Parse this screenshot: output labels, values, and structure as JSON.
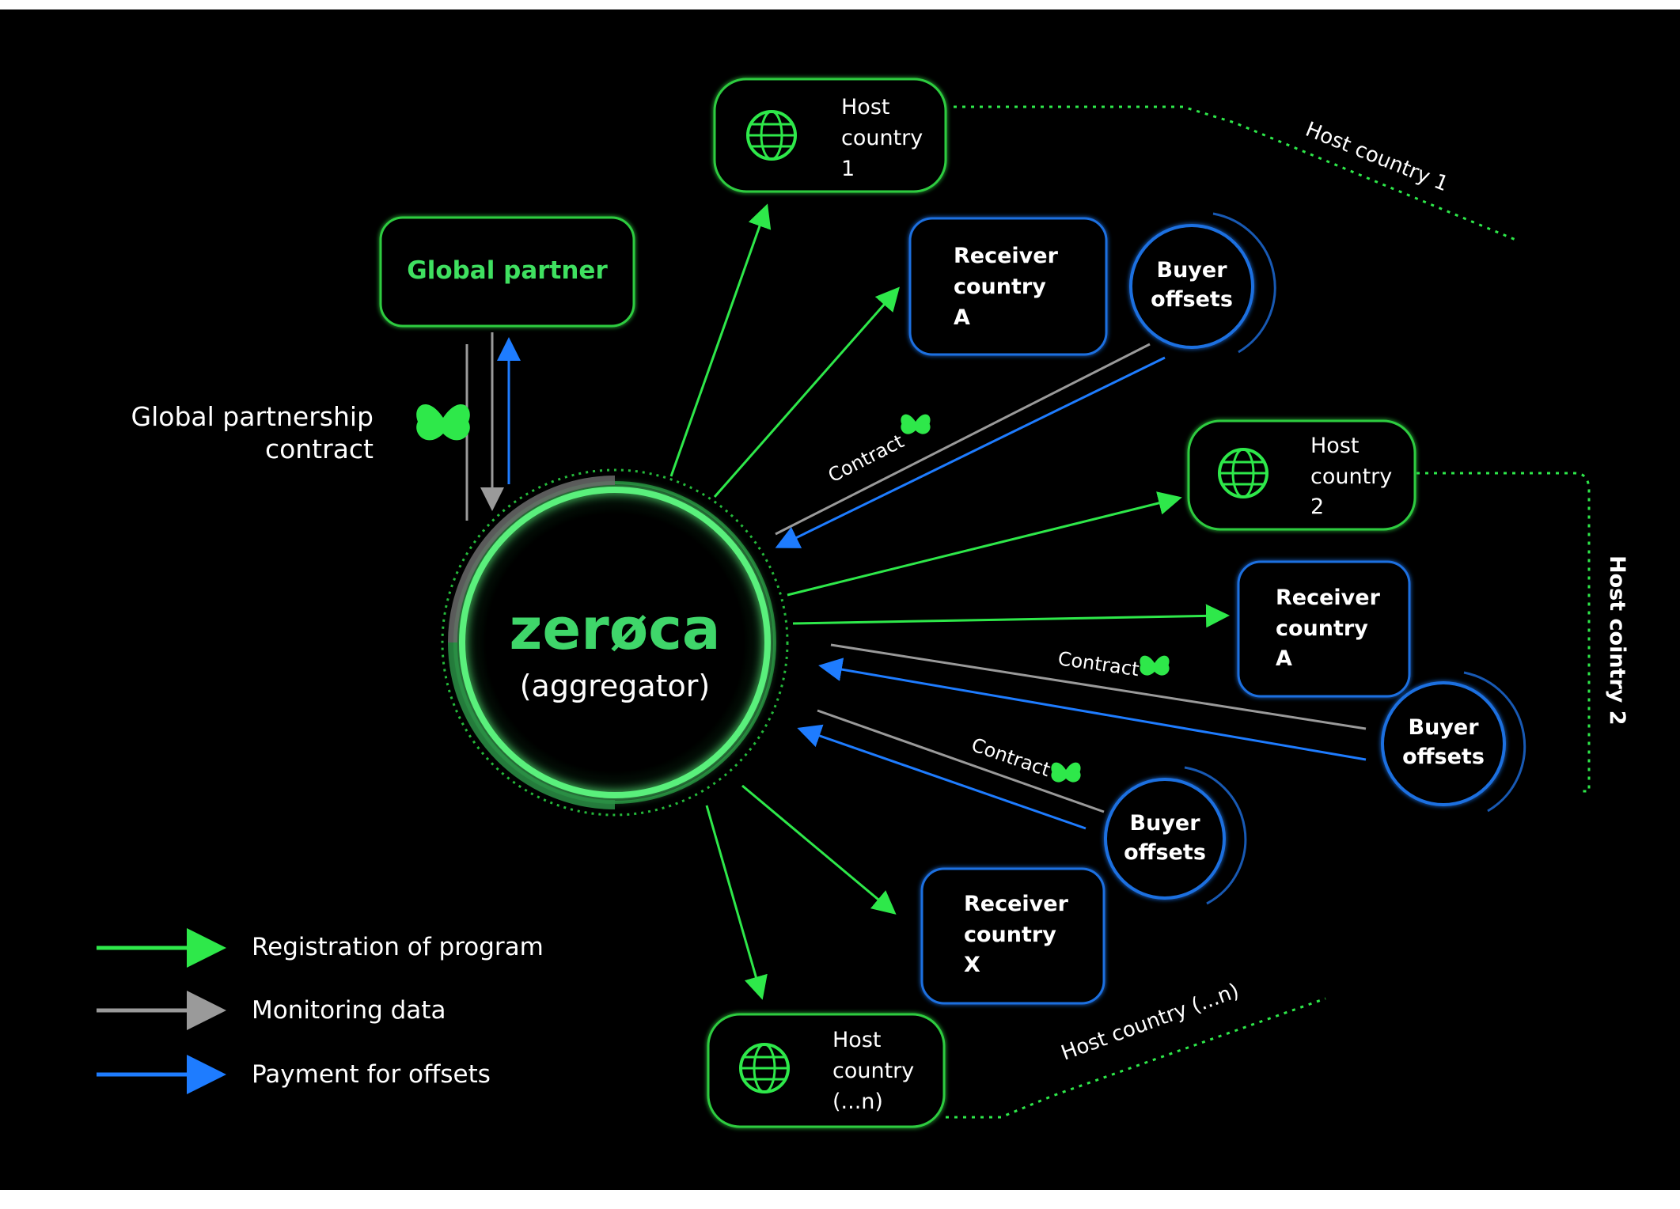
{
  "colors": {
    "background": "#000000",
    "registration": "#2ee84a",
    "monitoring": "#9a9a9a",
    "payment": "#1e7cff",
    "host_border": "#2ecc40",
    "receiver_border": "#1e6fe0",
    "brand": "#3fd66a"
  },
  "center": {
    "brand": "zerøca",
    "subtitle": "(aggregator)"
  },
  "global_partner": {
    "label": "Global partner"
  },
  "global_contract": {
    "line1": "Global partnership",
    "line2": "contract",
    "icon": "butterfly-icon"
  },
  "hosts": [
    {
      "lines": [
        "Host",
        "country",
        "1"
      ],
      "icon": "globe-icon"
    },
    {
      "lines": [
        "Host",
        "country",
        "2"
      ],
      "icon": "globe-icon"
    },
    {
      "lines": [
        "Host",
        "country",
        "(...n)"
      ],
      "icon": "globe-icon"
    }
  ],
  "receivers": [
    {
      "lines": [
        "Receiver",
        "country",
        "A"
      ]
    },
    {
      "lines": [
        "Receiver",
        "country",
        "A"
      ]
    },
    {
      "lines": [
        "Receiver",
        "country",
        "X"
      ]
    }
  ],
  "buyers": [
    {
      "lines": [
        "Buyer",
        "offsets"
      ]
    },
    {
      "lines": [
        "Buyer",
        "offsets"
      ]
    },
    {
      "lines": [
        "Buyer",
        "offsets"
      ]
    }
  ],
  "contract_label": "Contract",
  "group_labels": [
    "Host country 1",
    "Host cointry 2",
    "Host country (...n)"
  ],
  "legend": [
    {
      "label": "Registration of program",
      "color": "#2ee84a"
    },
    {
      "label": "Monitoring data",
      "color": "#9a9a9a"
    },
    {
      "label": "Payment for offsets",
      "color": "#1e7cff"
    }
  ]
}
